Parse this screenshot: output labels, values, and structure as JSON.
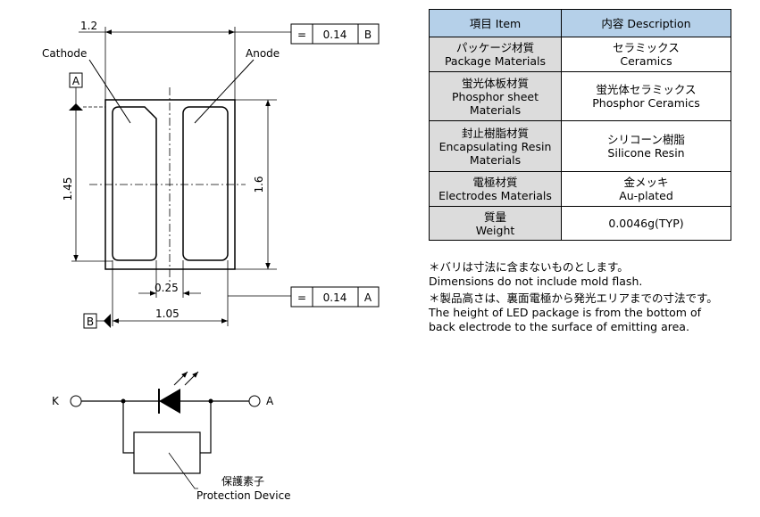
{
  "drawing": {
    "label_cathode": "Cathode",
    "label_anode": "Anode",
    "dim_top_width": "1.2",
    "dim_height_left": "1.45",
    "dim_height_right": "1.6",
    "dim_gap": "0.25",
    "dim_bottom_width": "1.05",
    "datum_a": "A",
    "datum_b": "B",
    "tol_top": {
      "symbol": "=",
      "value": "0.14",
      "datum": "B"
    },
    "tol_bottom": {
      "symbol": "=",
      "value": "0.14",
      "datum": "A"
    }
  },
  "circuit": {
    "terminal_k": "K",
    "terminal_a": "A",
    "protection_ja": "保護素子",
    "protection_en": "Protection Device"
  },
  "table": {
    "header_item": "項目 Item",
    "header_desc": "内容 Description",
    "rows": [
      {
        "item": "パッケージ材質\nPackage Materials",
        "desc": "セラミックス\nCeramics"
      },
      {
        "item": "蛍光体板材質\nPhosphor sheet\nMaterials",
        "desc": "蛍光体セラミックス\nPhosphor Ceramics"
      },
      {
        "item": "封止樹脂材質\nEncapsulating Resin\nMaterials",
        "desc": "シリコーン樹脂\nSilicone Resin"
      },
      {
        "item": "電極材質\nElectrodes Materials",
        "desc": "金メッキ\nAu-plated"
      },
      {
        "item": "質量\nWeight",
        "desc": "0.0046g(TYP)"
      }
    ]
  },
  "notes": [
    "＊バリは寸法に含まないものとします。\n   Dimensions do not include mold flash.",
    "＊製品高さは、裏面電極から発光エリアまでの寸法です。\n   The height of LED package is from the bottom of\n   back electrode to the surface of emitting area."
  ]
}
